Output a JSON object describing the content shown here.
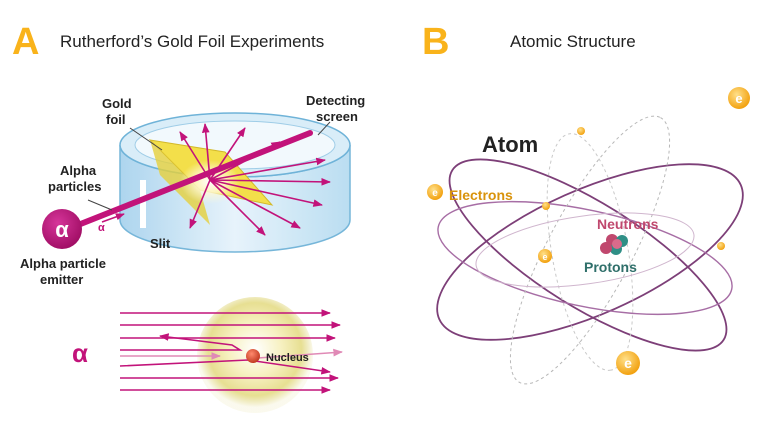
{
  "colors": {
    "accent_yellow": "#f9b31b",
    "magenta": "#c2137a",
    "magenta_light": "#e08ab6",
    "cylinder_blue": "#cfe8f6",
    "cylinder_edge": "#6fb3d8",
    "gold_foil": "#f3df4a",
    "orbit_purple": "#7d3f78",
    "neutron_red": "#c0486e",
    "proton_teal": "#2f6f6a",
    "electron_orange": "#d9930c"
  },
  "panel_a": {
    "letter": "A",
    "title": "Rutherford’s Gold Foil Experiments",
    "labels": {
      "gold_foil": [
        "Gold",
        "foil"
      ],
      "detecting_screen": [
        "Detecting",
        "screen"
      ],
      "alpha_particles": [
        "Alpha",
        "particles"
      ],
      "slit": "Slit",
      "emitter": [
        "Alpha particle",
        "emitter"
      ],
      "emitter_symbol": "α",
      "beam_symbol": "α",
      "lower_alpha": "α",
      "nucleus": "Nucleus"
    }
  },
  "panel_b": {
    "letter": "B",
    "title": "Atomic Structure",
    "labels": {
      "atom": "Atom",
      "electrons": "Electrons",
      "neutrons": "Neutrons",
      "protons": "Protons",
      "electron_symbol": "e"
    }
  }
}
